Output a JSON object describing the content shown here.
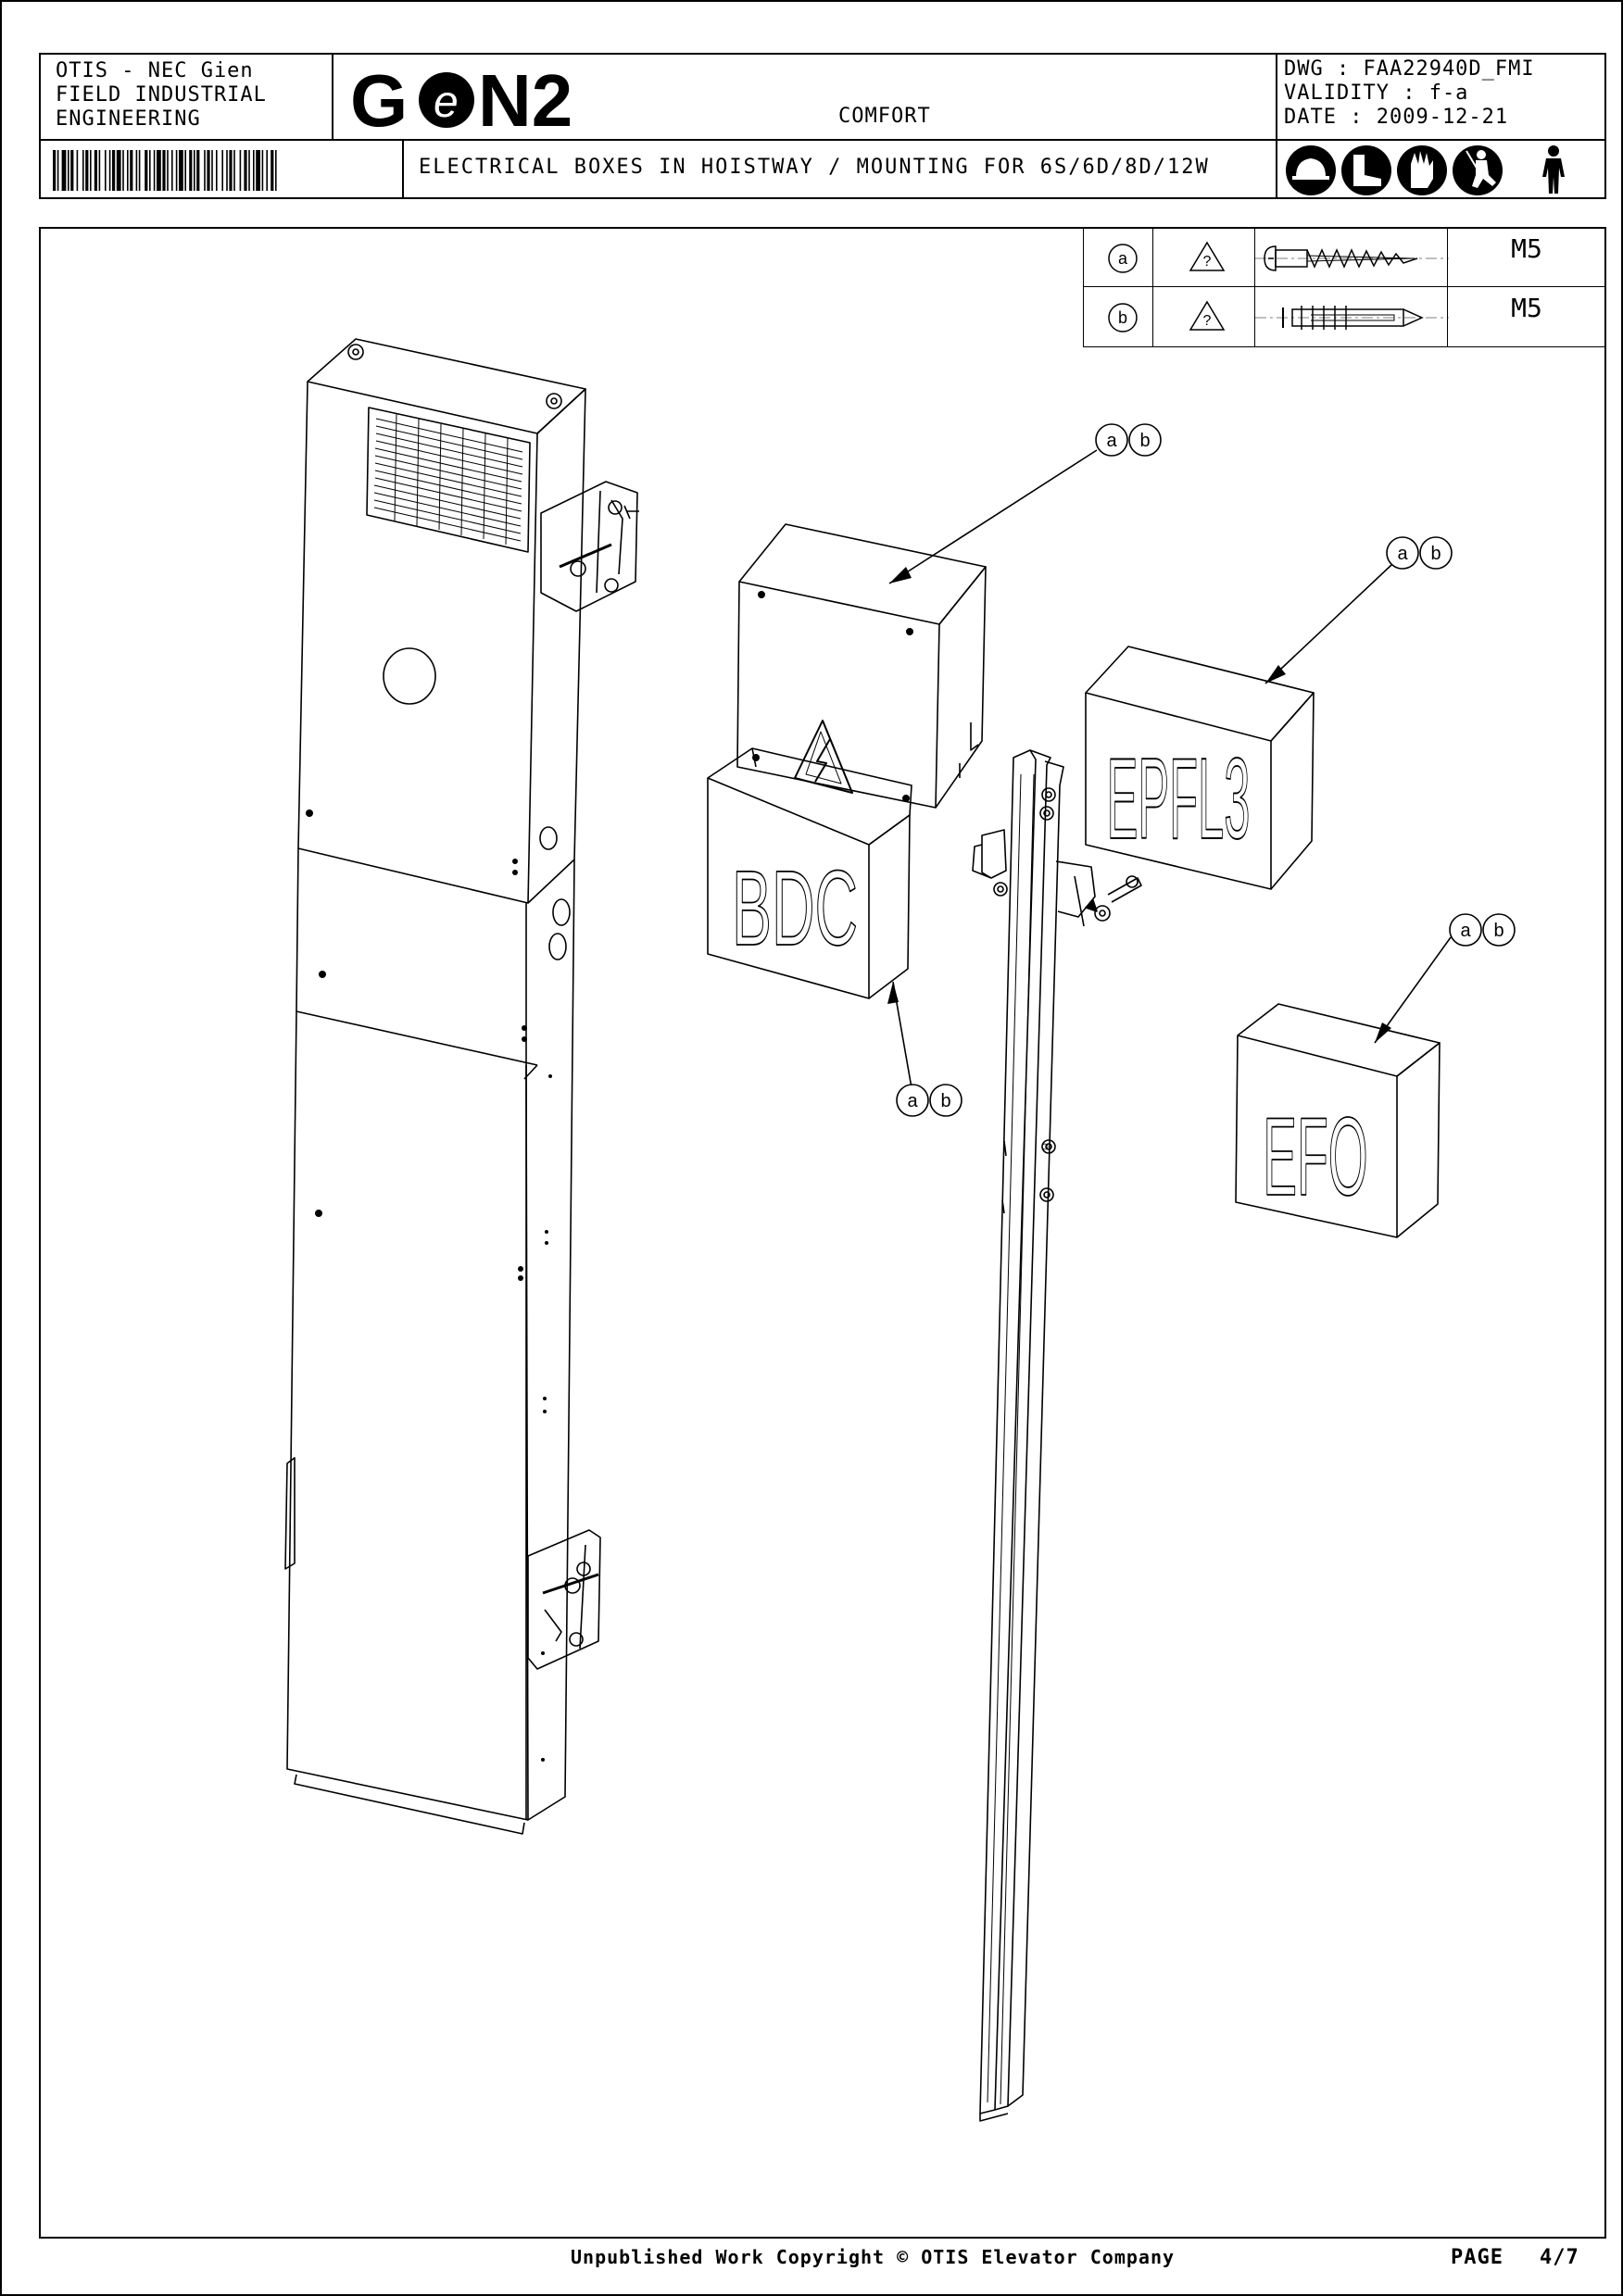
{
  "title_block": {
    "company_line1": "OTIS - NEC Gien",
    "company_line2": "FIELD INDUSTRIAL",
    "company_line3": "ENGINEERING",
    "logo_text": "GeN2",
    "product": "COMFORT",
    "dwg": "DWG : FAA22940D_FMI",
    "validity": "VALIDITY : f-a",
    "date": "DATE : 2009-12-21",
    "drawing_title": "ELECTRICAL BOXES IN HOISTWAY / MOUNTING FOR 6S/6D/8D/12W",
    "ppe_icons": [
      "hard-hat-icon",
      "safety-boots-icon",
      "gloves-icon",
      "harness-icon",
      "person-icon"
    ]
  },
  "fastener_table": [
    {
      "callout": "a",
      "symbol": "?",
      "type": "screw",
      "icon": "self-tapping-screw-icon",
      "size": "M5"
    },
    {
      "callout": "b",
      "symbol": "?",
      "type": "anchor",
      "icon": "wall-plug-anchor-icon",
      "size": "M5"
    }
  ],
  "drawing": {
    "box_labels": [
      "BDC",
      "EPFL3",
      "EFO"
    ],
    "callouts": [
      {
        "letters": [
          "a",
          "b"
        ],
        "target": "top-box"
      },
      {
        "letters": [
          "a",
          "b"
        ],
        "target": "EPFL3"
      },
      {
        "letters": [
          "a",
          "b"
        ],
        "target": "EFO"
      },
      {
        "letters": [
          "a",
          "b"
        ],
        "target": "BDC"
      }
    ]
  },
  "footer": {
    "copyright": "Unpublished Work Copyright © OTIS Elevator Company",
    "page_label": "PAGE",
    "page_number": "4/7"
  }
}
